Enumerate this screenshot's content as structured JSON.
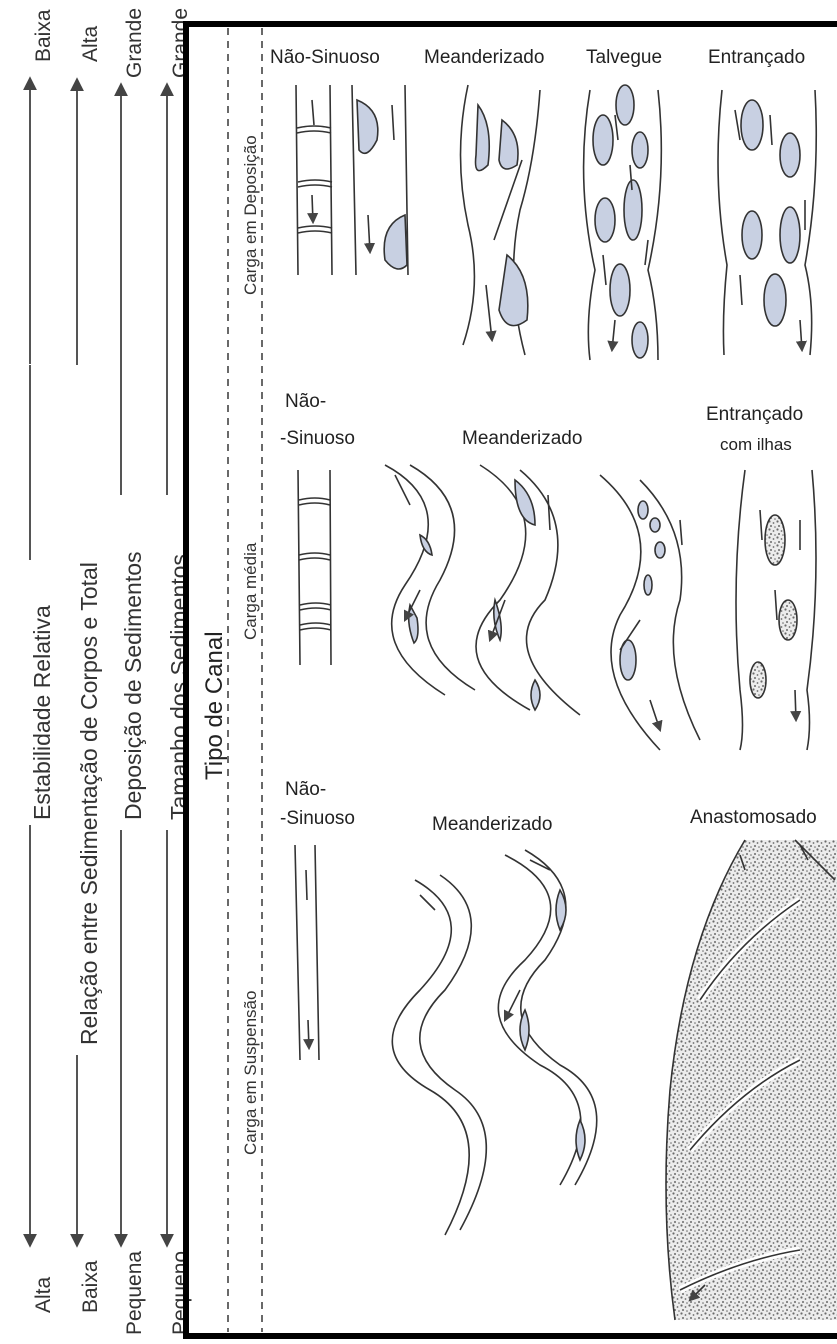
{
  "gradients": [
    {
      "label": "Estabilidade Relativa",
      "top": "Baixa",
      "bottom": "Alta"
    },
    {
      "label": "Relação entre Sedimentação de Corpos e Total",
      "top": "Alta",
      "bottom": "Baixa"
    },
    {
      "label": "Deposição de Sedimentos",
      "top": "Grande",
      "bottom": "Pequena"
    },
    {
      "label": "Tamanho dos Sedimentos",
      "top": "Grande",
      "bottom": "Pequeno"
    }
  ],
  "canal_label": "Tipo de Canal",
  "rows": [
    {
      "label": "Carga em Deposição",
      "headers": [
        "Não-Sinuoso",
        "Meanderizado",
        "Talvegue",
        "Entrançado"
      ]
    },
    {
      "label": "Carga média",
      "headers": [
        "Não-",
        "-Sinuoso",
        "Meanderizado",
        "Entrançado",
        "com ilhas"
      ]
    },
    {
      "label": "Carga em Suspensão",
      "headers": [
        "Não-",
        "-Sinuoso",
        "Meanderizado",
        "Anastomosado"
      ]
    }
  ],
  "colors": {
    "bar_fill": "#c8d0e2",
    "line": "#333333",
    "frame": "#000000",
    "speckle": "#6b6b6b"
  }
}
